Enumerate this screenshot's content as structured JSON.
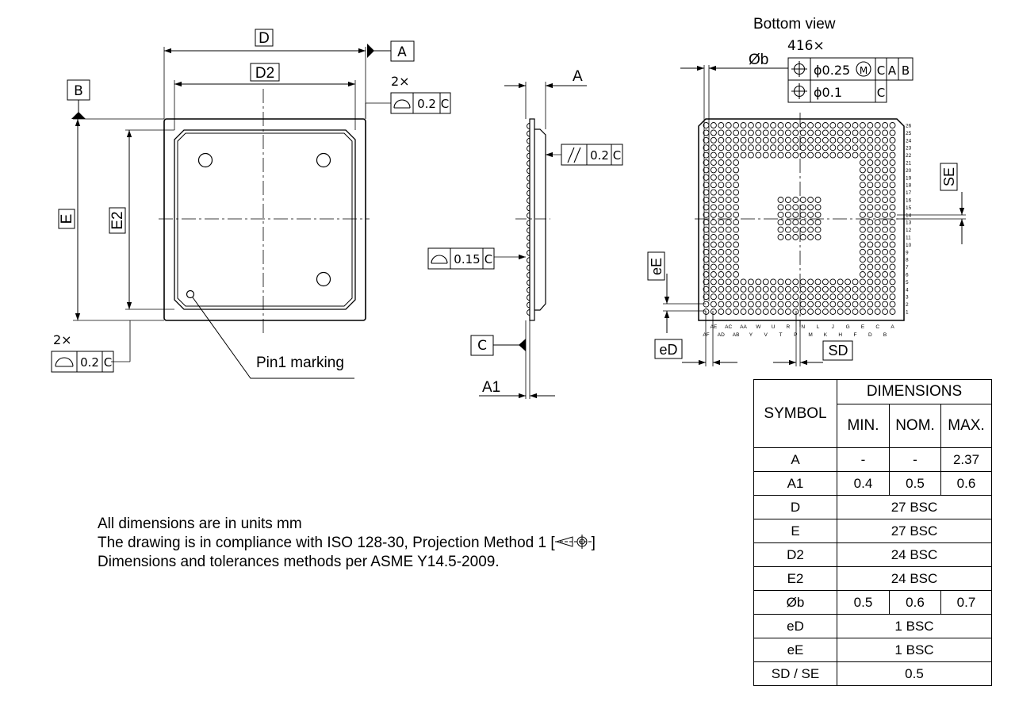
{
  "top_view": {
    "labels": {
      "D": "D",
      "D2": "D2",
      "E": "E",
      "E2": "E2"
    },
    "datum_A": "A",
    "datum_B": "B",
    "multiplier": "2×",
    "fcf_flatness_top": {
      "value": "0.2",
      "datum": "C"
    },
    "multiplier_bottom": "2×",
    "fcf_flatness_bottom": {
      "value": "0.2",
      "datum": "C"
    },
    "pin1_label": "Pin1 marking"
  },
  "side_view": {
    "label_A": "A",
    "label_A1": "A1",
    "datum_C": "C",
    "fcf_parallelism": {
      "value": "0.2",
      "datum": "C"
    },
    "fcf_profile": {
      "value": "0.15",
      "datum": "C"
    }
  },
  "bottom_view": {
    "title": "Bottom view",
    "count": "416×",
    "label_b": "Øb",
    "fcf_position_1": {
      "value": "ϕ0.25",
      "modifier": "M",
      "datums": [
        "C",
        "A",
        "B"
      ]
    },
    "fcf_position_2": {
      "value": "ϕ0.1",
      "datum": "C"
    },
    "label_SE": "SE",
    "label_eE": "eE",
    "label_eD": "eD",
    "label_SD": "SD",
    "row_numbers": [
      "26",
      "25",
      "24",
      "23",
      "22",
      "21",
      "20",
      "19",
      "18",
      "17",
      "16",
      "15",
      "14",
      "13",
      "12",
      "11",
      "10",
      "9",
      "8",
      "7",
      "6",
      "5",
      "4",
      "3",
      "2",
      "1"
    ],
    "col_letters_top": [
      "AE",
      "AC",
      "AA",
      "W",
      "U",
      "R",
      "N",
      "L",
      "J",
      "G",
      "E",
      "C",
      "A"
    ],
    "col_letters_bottom": [
      "AF",
      "AD",
      "AB",
      "Y",
      "V",
      "T",
      "P",
      "M",
      "K",
      "H",
      "F",
      "D",
      "B"
    ]
  },
  "notes": [
    "All dimensions are in units mm",
    "The drawing is in compliance with ISO 128-30, Projection Method 1 [",
    "]",
    "Dimensions and tolerances methods per ASME Y14.5-2009."
  ],
  "dimension_table": {
    "symbol_header": "SYMBOL",
    "dimensions_header": "DIMENSIONS",
    "sub_headers": [
      "MIN.",
      "NOM.",
      "MAX."
    ],
    "rows": [
      {
        "symbol": "A",
        "min": "-",
        "nom": "-",
        "max": "2.37"
      },
      {
        "symbol": "A1",
        "min": "0.4",
        "nom": "0.5",
        "max": "0.6"
      },
      {
        "symbol": "D",
        "span": "27 BSC"
      },
      {
        "symbol": "E",
        "span": "27 BSC"
      },
      {
        "symbol": "D2",
        "span": "24 BSC"
      },
      {
        "symbol": "E2",
        "span": "24 BSC"
      },
      {
        "symbol": "Øb",
        "min": "0.5",
        "nom": "0.6",
        "max": "0.7"
      },
      {
        "symbol": "eD",
        "span": "1 BSC"
      },
      {
        "symbol": "eE",
        "span": "1 BSC"
      },
      {
        "symbol": "SD / SE",
        "span": "0.5"
      }
    ]
  }
}
